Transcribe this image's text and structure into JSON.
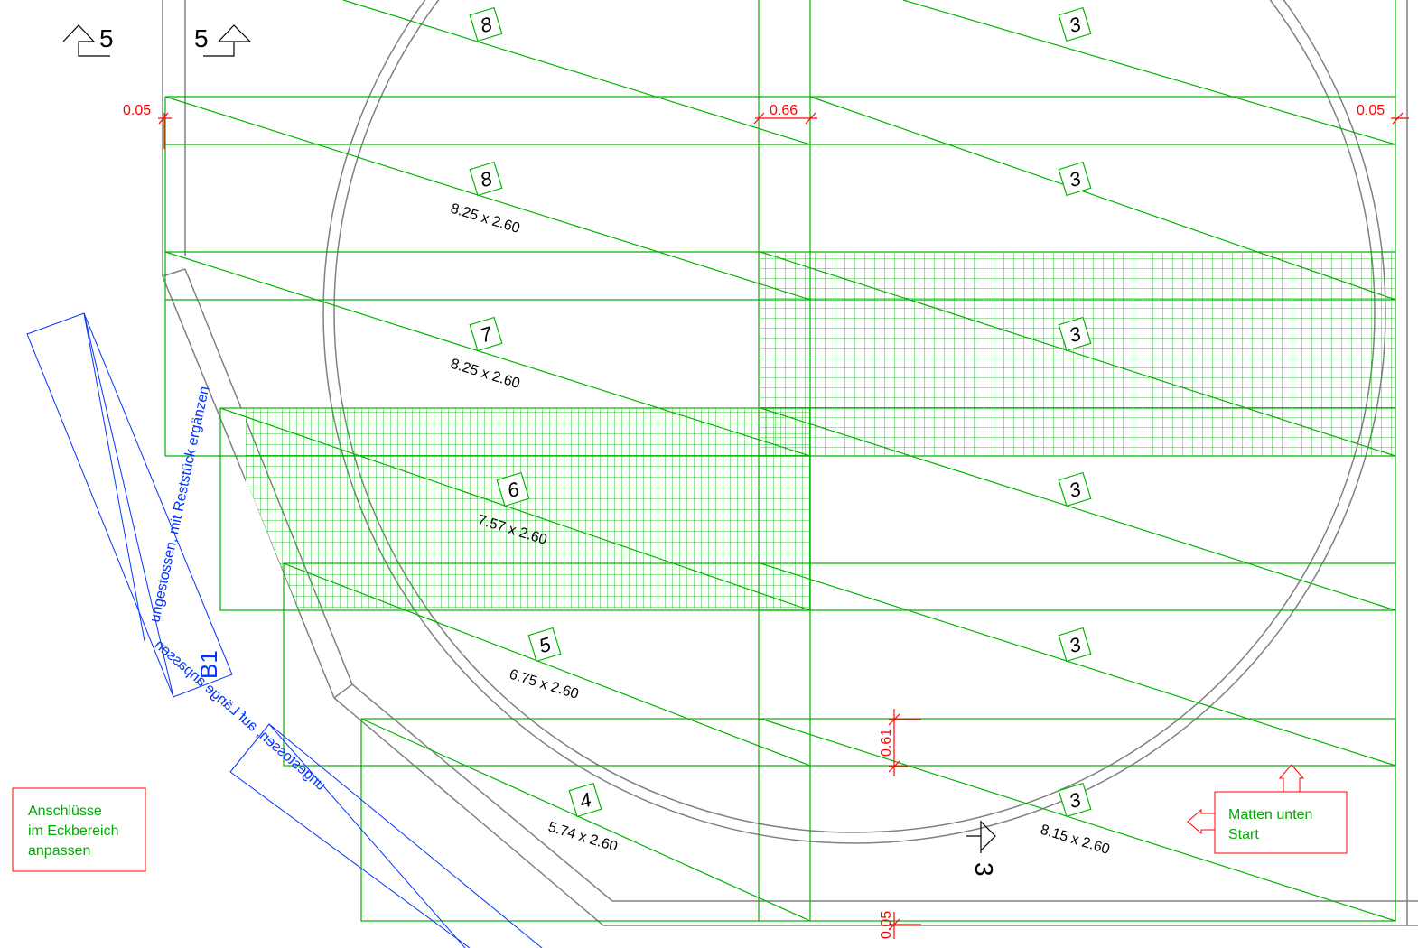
{
  "colors": {
    "mesh": "#00b400",
    "outline": "#808080",
    "dimension": "#ff0000",
    "blue_note": "#0033ff",
    "section": "#000000"
  },
  "section_markers": [
    {
      "label": "5"
    },
    {
      "label": "5"
    },
    {
      "label": "3"
    }
  ],
  "mats": [
    {
      "number": "8",
      "dimension": ""
    },
    {
      "number": "8",
      "dimension": "8.25 x 2.60"
    },
    {
      "number": "7",
      "dimension": "8.25 x 2.60"
    },
    {
      "number": "6",
      "dimension": "7.57 x 2.60"
    },
    {
      "number": "5",
      "dimension": "6.75 x 2.60"
    },
    {
      "number": "4",
      "dimension": "5.74 x 2.60"
    },
    {
      "number": "3",
      "dimension": ""
    },
    {
      "number": "3",
      "dimension": ""
    },
    {
      "number": "3",
      "dimension": ""
    },
    {
      "number": "3",
      "dimension": ""
    },
    {
      "number": "3",
      "dimension": ""
    },
    {
      "number": "3",
      "dimension": "8.15 x 2.60"
    }
  ],
  "dimensions": {
    "left_edge": "0.05",
    "joint_width": "0.66",
    "right_edge": "0.05",
    "vertical_overlap": "0.61",
    "bottom_edge": "0.05"
  },
  "notes": {
    "corner_note": [
      "Anschlüsse",
      "im Eckbereich",
      "anpassen"
    ],
    "start_note": [
      "Matten unten",
      "Start"
    ],
    "b1_label": "B1",
    "b1_text": "ungestossen, mit Reststück ergänzen",
    "lower_blue_text": "ungestossen, auf Länge anpassen"
  }
}
